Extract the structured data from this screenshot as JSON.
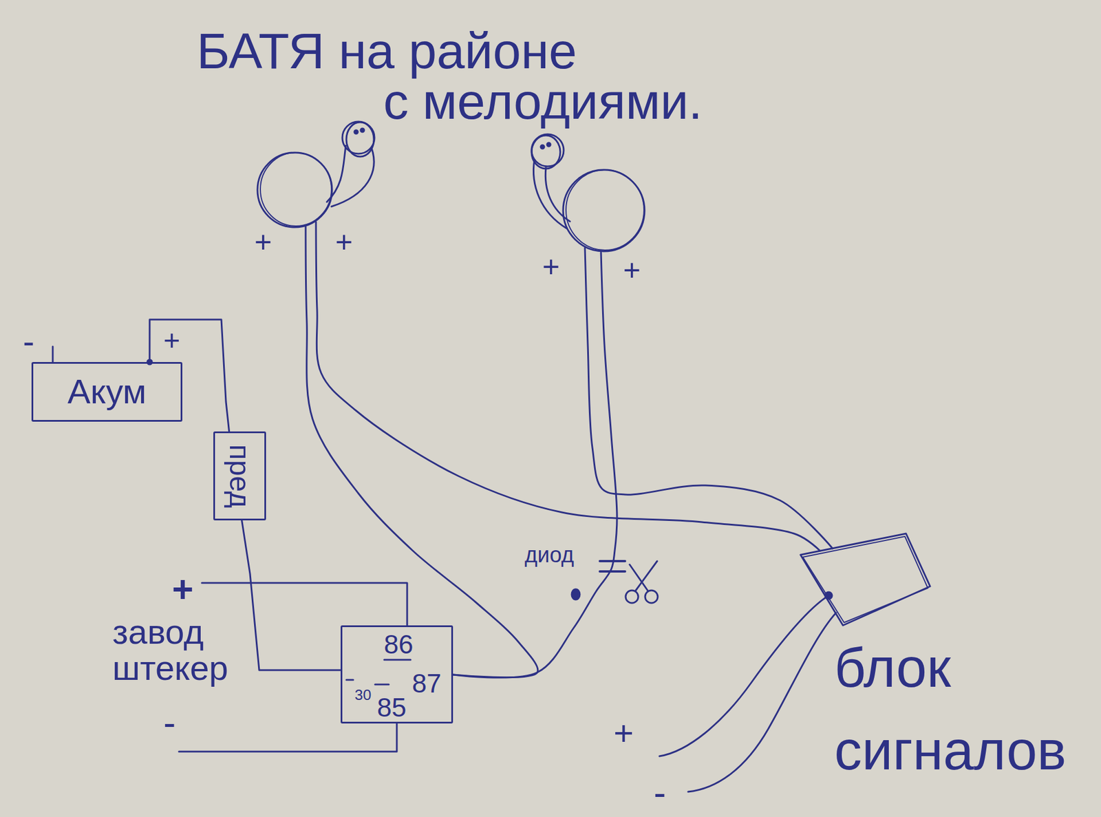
{
  "diagram": {
    "title": "БАТЯ на районе с мелодиями.",
    "nodes": [
      {
        "text": [
          "+",
          "+"
        ]
      },
      {
        "text": [
          "+",
          "+"
        ]
      },
      {
        "text": [
          "Акум"
        ]
      },
      {
        "text": [
          "пред"
        ]
      },
      {
        "text": [
          "86",
          "30",
          "85",
          "87"
        ]
      },
      {
        "text": [
          "блок сигналов"
        ]
      }
    ],
    "edges": [
      {
        "from": 2,
        "to": 3,
        "arrow": "none"
      },
      {
        "from": 3,
        "to": 4,
        "arrow": "none"
      },
      {
        "from": 4,
        "to": 0,
        "arrow": "none"
      },
      {
        "from": 4,
        "to": 1,
        "arrow": "none"
      },
      {
        "from": 5,
        "to": 0,
        "arrow": "none"
      },
      {
        "from": 5,
        "to": 1,
        "arrow": "none"
      }
    ],
    "labels": [
      "-",
      "+",
      "+",
      "завод штекер",
      "-",
      "диод",
      "+",
      "-"
    ]
  }
}
